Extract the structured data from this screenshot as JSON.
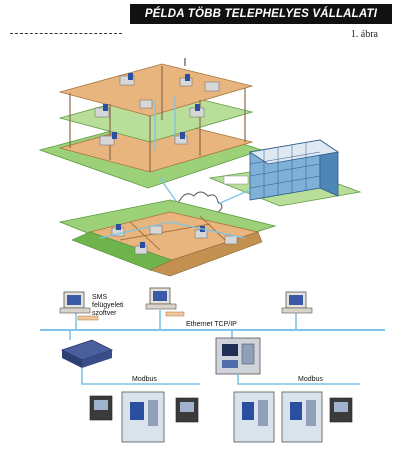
{
  "header": {
    "title": "PÉLDA TÖBB TELEPHELYES VÁLLALATI INTRANETRE",
    "figure_label": "1. ábra"
  },
  "network": {
    "sms_line1": "SMS",
    "sms_line2": "felügyeleti",
    "sms_line3": "szoftver",
    "ethernet_label": "Ethernet TCP/IP",
    "modbus_left": "Modbus",
    "modbus_right": "Modbus"
  },
  "colors": {
    "network_line": "#7fc4e6",
    "floor_tan": "#e8b57e",
    "floor_green": "#9cd17a",
    "building_blue": "#7fb0d8",
    "title_bg": "#111111"
  }
}
